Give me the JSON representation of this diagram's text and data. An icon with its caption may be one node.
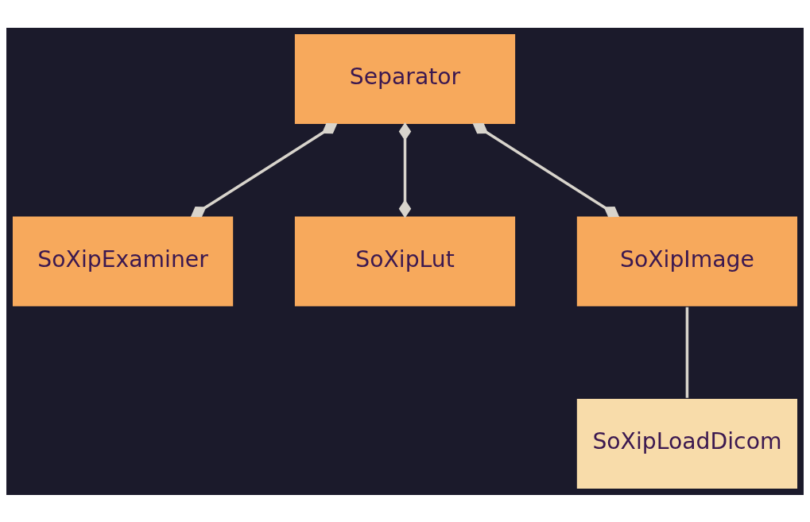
{
  "diagram": {
    "nodes": [
      {
        "text": [
          "Separator"
        ]
      },
      {
        "text": [
          "SoXipExaminer"
        ]
      },
      {
        "text": [
          "SoXipLut"
        ]
      },
      {
        "text": [
          "SoXipImage"
        ]
      },
      {
        "text": [
          "SoXipLoadDicom"
        ]
      }
    ],
    "edges": [
      {
        "from": 0,
        "to": 1,
        "arrow": "other"
      },
      {
        "from": 0,
        "to": 2,
        "arrow": "other"
      },
      {
        "from": 0,
        "to": 3,
        "arrow": "other"
      },
      {
        "from": 3,
        "to": 4,
        "arrow": "none"
      }
    ]
  }
}
